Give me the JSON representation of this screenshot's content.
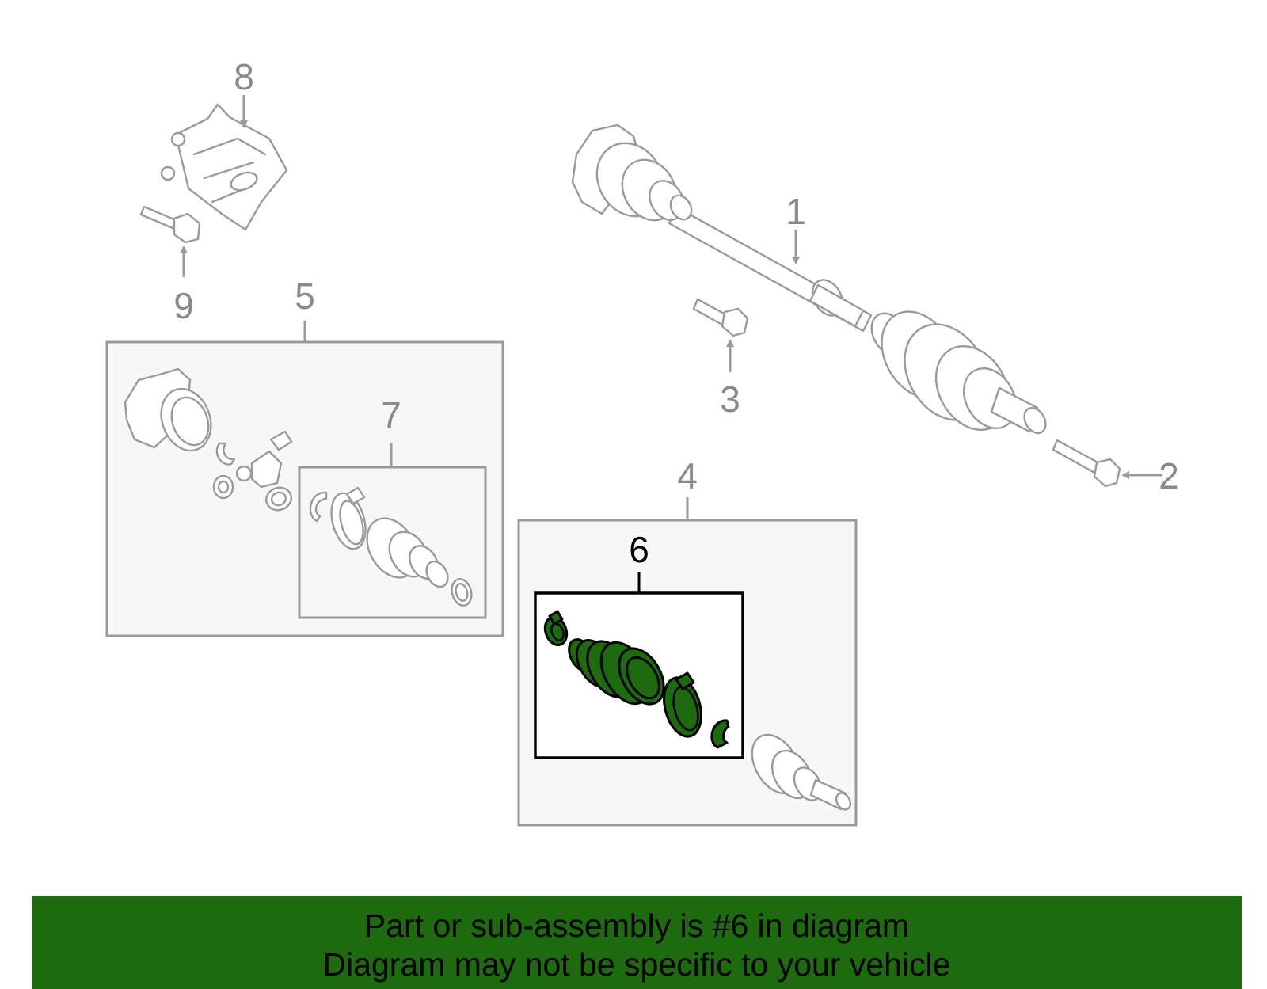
{
  "diagram": {
    "callouts": {
      "c1": "1",
      "c2": "2",
      "c3": "3",
      "c4": "4",
      "c5": "5",
      "c6": "6",
      "c7": "7",
      "c8": "8",
      "c9": "9"
    },
    "highlight_color": "#1e6a0e",
    "highlighted_callout": "6"
  },
  "footer": {
    "line1": "Part or sub-assembly is #6 in diagram",
    "line2": "Diagram may not be specific to your vehicle",
    "background": "#1e6a0e"
  }
}
